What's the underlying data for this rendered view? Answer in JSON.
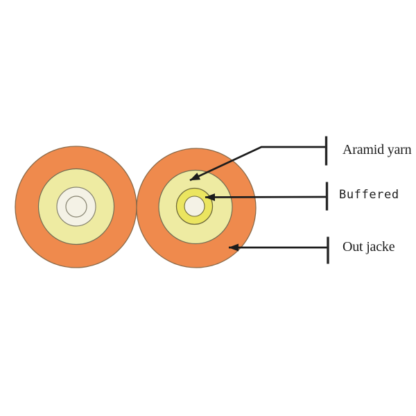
{
  "diagram": {
    "type": "fiber-optic-duplex-cable-cross-section",
    "labels": {
      "aramid_yarn": "Aramid yarn",
      "buffered": "Buffered",
      "out_jacket": "Out jacke"
    },
    "colors": {
      "outer_jacket": "#ef8a4d",
      "aramid_yarn": "#eeeba2",
      "buffer": "#ebe560",
      "fiber": "#f4f2e6",
      "arrow": "#1c1c1c",
      "background": "#ffffff"
    }
  }
}
